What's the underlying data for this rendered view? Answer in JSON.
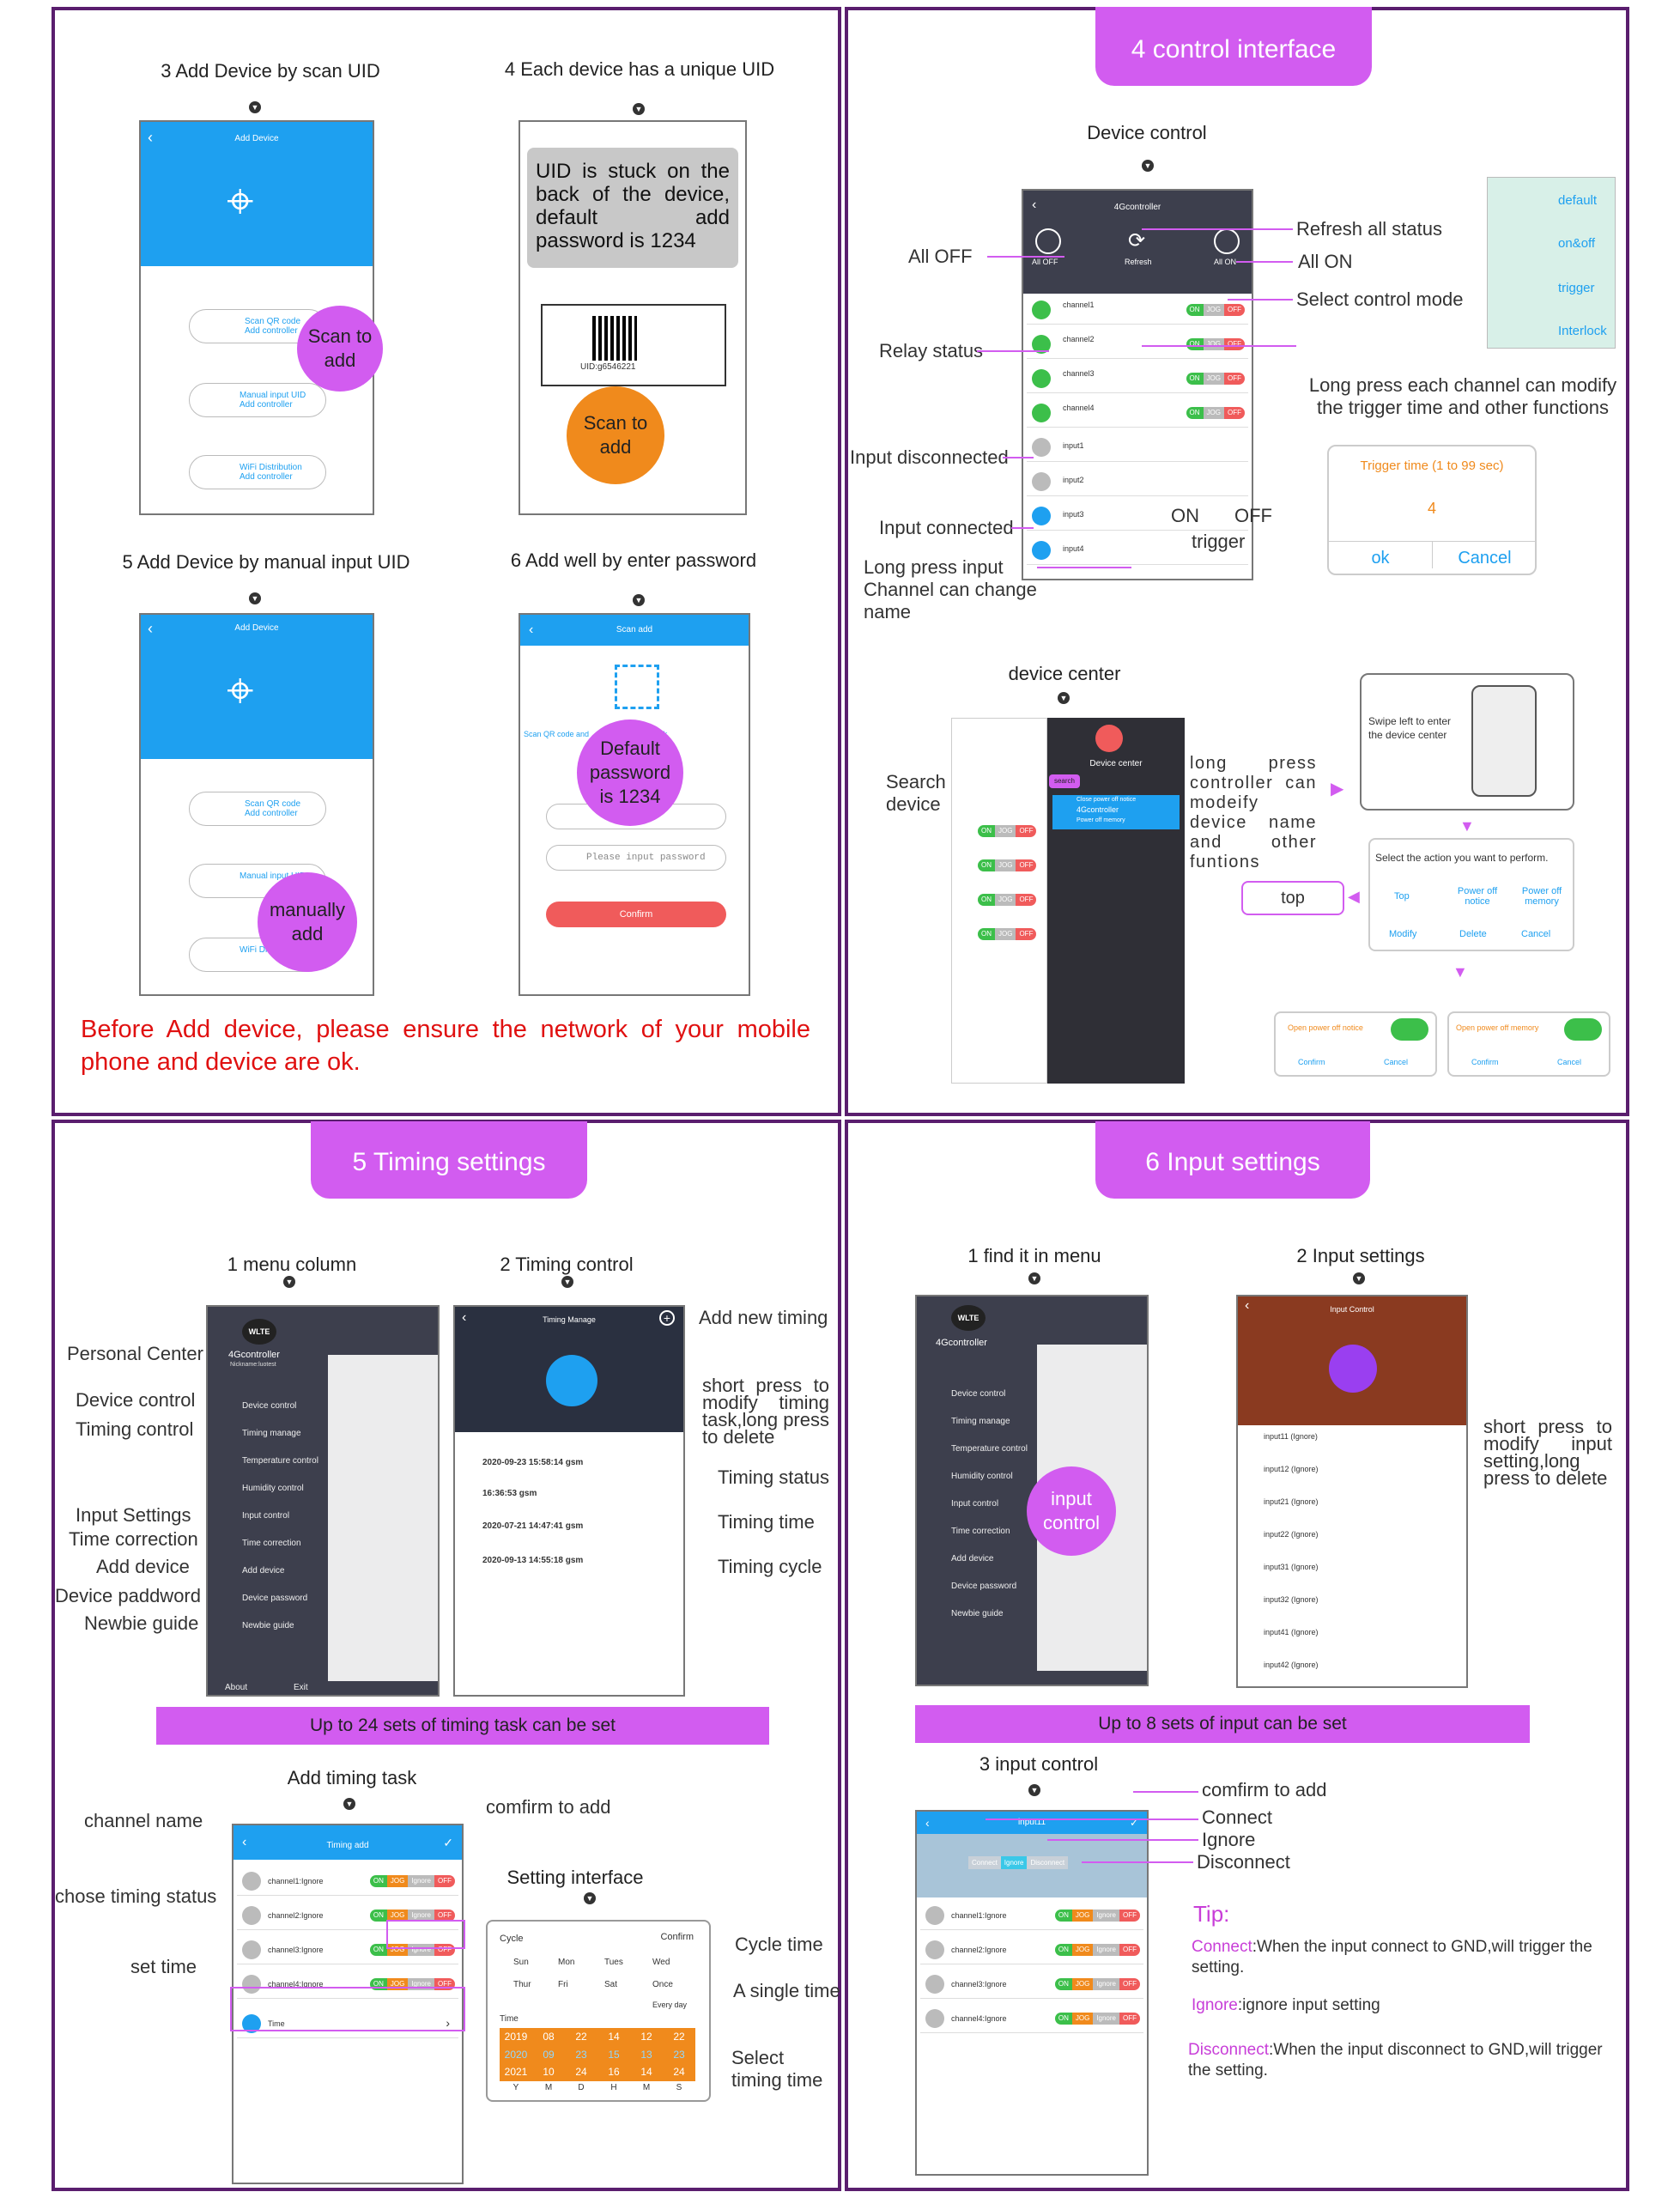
{
  "colors": {
    "accent": "#d25cf0",
    "frame": "#5a1e6e",
    "blue": "#1ea0f0",
    "green": "#3cbf4a",
    "red": "#f05b5b",
    "orange": "#f08a1c",
    "warning": "#e01010"
  },
  "p1": {
    "step3": "3 Add Device by scan UID",
    "step4": "4 Each device has a unique UID",
    "step5": "5 Add Device by manual input UID",
    "step6": "6 Add well by enter password",
    "add_device_title": "Add Device",
    "scan_qr": "Scan QR code",
    "add_controller": "Add controller",
    "manual_input": "Manual input UID",
    "wifi_dist": "WiFi Distribution",
    "uid_note": "UID is stuck on the back of the device, default add password is 1234",
    "uid_label": "UID:g6546221",
    "scan_to_add": "Scan to add",
    "manually_add": "manually add",
    "scan_add_title": "Scan add",
    "scan_hint": "Scan QR code and ... password then click",
    "password_placeholder": "Please input password",
    "confirm": "Confirm",
    "default_password": "Default password is 1234",
    "warning": "Before Add device, please ensure the network of your mobile phone and device are ok."
  },
  "p2": {
    "title": "4 control interface",
    "device_control": "Device control",
    "app_title": "4Gcontroller",
    "all_off": "All OFF",
    "refresh": "Refresh",
    "all_on": "All ON",
    "refresh_all": "Refresh  all status",
    "all_on_lbl": "All ON",
    "all_off_lbl": "All OFF",
    "select_mode": "Select control mode",
    "relay_status": "Relay status",
    "input_disconnected": "Input  disconnected",
    "input_connected": "Input connected",
    "long_press_input": "Long press input Channel can change name",
    "on": "ON",
    "off": "OFF",
    "trigger": "trigger",
    "long_press_channel": "Long press each channel can  modify the trigger time and other functions",
    "channels": [
      "channel1",
      "channel2",
      "channel3",
      "channel4"
    ],
    "inputs": [
      "input1",
      "input2",
      "input3",
      "input4"
    ],
    "modes": [
      "default",
      "on&off",
      "trigger",
      "Interlock"
    ],
    "trigger_time_title": "Trigger time (1 to 99 sec)",
    "trigger_value": "4",
    "ok": "ok",
    "cancel": "Cancel",
    "device_center": "device center",
    "search_device": "Search device",
    "device_center_title": "Device center",
    "search": "search",
    "close_power_off": "Close power off notice",
    "dev_name": "4Gcontroller",
    "power_off_memory": "Power off memory",
    "long_press_controller": "long press controller can modeify device name and other funtions",
    "swipe_hint": "Swipe left to enter the device center",
    "select_action": "Select the action you want to perform.",
    "actions": [
      "Top",
      "Power off notice",
      "Power off memory",
      "Modify",
      "Delete",
      "Cancel"
    ],
    "top": "top",
    "open_notice": "Open power off notice",
    "open_memory": "Open power off memory",
    "confirm": "Confirm",
    "cancel_small": "Cancel"
  },
  "p3": {
    "title": "5 Timing  settings",
    "menu_column": "1 menu column",
    "timing_control": "2 Timing control",
    "wlte": "WLTE",
    "app_name": "4Gcontroller",
    "nickname": "Nickname:luotest",
    "menu": [
      "Device control",
      "Timing manage",
      "Temperature control",
      "Humidity control",
      "Input control",
      "Time correction",
      "Add device",
      "Device password",
      "Newbie guide"
    ],
    "about": "About",
    "exit": "Exit",
    "callouts": [
      "Personal Center",
      "Device control",
      "Timing control",
      "Input Settings",
      "Time correction",
      "Add device",
      "Device paddword",
      "Newbie guide"
    ],
    "timing_manage": "Timing Manage",
    "add_new_timing": "Add new timing",
    "short_press": "short press to modify timing task,long press to delete",
    "timing_status": "Timing status",
    "timing_time": "Timing time",
    "timing_cycle": "Timing cycle",
    "timings": [
      "2020-09-23 15:58:14  gsm",
      "16:36:53  gsm",
      "2020-07-21 14:47:41  gsm",
      "2020-09-13 14:55:18  gsm"
    ],
    "banner": "Up to 24 sets of timing task can be set",
    "add_timing_task": "Add timing task",
    "timing_add": "Timing add",
    "task_channels": [
      "channel1:Ignore",
      "channel2:Ignore",
      "channel3:Ignore",
      "channel4:Ignore"
    ],
    "time_row": "Time",
    "channel_name": "channel name",
    "confirm_to_add": "comfirm to add",
    "chose_status": "chose timing status",
    "set_time": "set time",
    "setting_interface": "Setting interface",
    "cycle": "Cycle",
    "confirm": "Confirm",
    "days": [
      "Sun",
      "Mon",
      "Tues",
      "Wed",
      "Thur",
      "Fri",
      "Sat",
      "Once"
    ],
    "every_day": "Every day",
    "time": "Time",
    "years": [
      "2019",
      "2020",
      "2021"
    ],
    "months": [
      "08",
      "09",
      "10"
    ],
    "dcol": [
      "22",
      "23",
      "24"
    ],
    "hcol": [
      "14",
      "15",
      "16"
    ],
    "mcol": [
      "12",
      "13",
      "14"
    ],
    "scol": [
      "22",
      "23",
      "24"
    ],
    "units": [
      "Y",
      "M",
      "D",
      "H",
      "M",
      "S"
    ],
    "cycle_time": "Cycle time",
    "single_time": "A single time",
    "select_timing": "Select timing time"
  },
  "p4": {
    "title": "6 Input settings",
    "find_menu": "1 find it in menu",
    "input_settings": "2 Input settings",
    "input_control_bubble": "input control",
    "input_control_title": "Input Control",
    "inputs": [
      "input11 (Ignore)",
      "input12 (Ignore)",
      "input21 (Ignore)",
      "input22 (Ignore)",
      "input31 (Ignore)",
      "input32 (Ignore)",
      "input41 (Ignore)",
      "input42 (Ignore)"
    ],
    "short_press": "short press to modify input setting,long press to delete",
    "banner": "Up to 8 sets of input can be set",
    "input_control_step": "3 input control",
    "input11": "input11",
    "seg": [
      "Connect",
      "Ignore",
      "Disconnect"
    ],
    "channels": [
      "channel1:Ignore",
      "channel2:Ignore",
      "channel3:Ignore",
      "channel4:Ignore"
    ],
    "confirm_to_add": "comfirm to add",
    "connect": "Connect",
    "ignore": "Ignore",
    "disconnect": "Disconnect",
    "tip": "Tip:",
    "tip_connect_k": "Connect",
    "tip_connect": ":When the input connect to GND,will trigger the setting.",
    "tip_ignore_k": "Ignore",
    "tip_ignore": ":ignore input setting",
    "tip_disconnect_k": "Disconnect",
    "tip_disconnect": ":When the input disconnect to GND,will trigger the setting."
  }
}
